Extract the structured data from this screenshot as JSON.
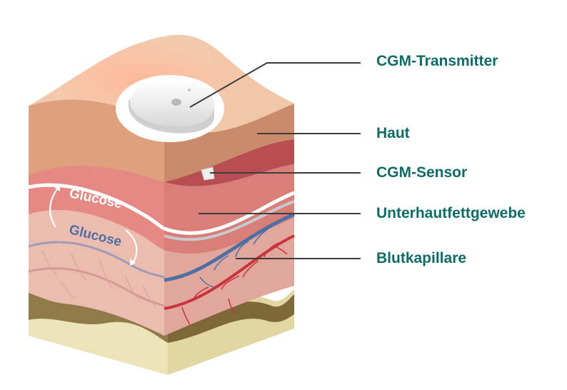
{
  "labels": {
    "transmitter": "CGM-Transmitter",
    "haut": "Haut",
    "sensor": "CGM-Sensor",
    "unterhaut": "Unterhautfettgewebe",
    "blutkapillare": "Blutkapillare"
  },
  "glucose": {
    "top": "Glucose",
    "bottom": "Glucose"
  },
  "colors": {
    "label_text": "#0f6b66",
    "leader_line": "#3c3c3c",
    "skin_top": "#f2c4a4",
    "skin_side": "#c98b6c",
    "dermis": "#e08080",
    "dermis_dark": "#b84d52",
    "fat": "#edbcb0",
    "base": "#ece3b8",
    "base_dark": "#8f7a4a",
    "capillary_red": "#c8353c",
    "capillary_blue": "#4f6fa3"
  }
}
